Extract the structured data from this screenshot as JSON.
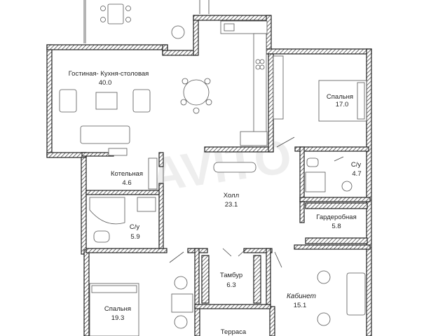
{
  "plan": {
    "watermark": "AVITO",
    "rooms": [
      {
        "id": "living-kitchen",
        "name": "Гостиная- Кухня-столовая",
        "area": "40.0"
      },
      {
        "id": "bedroom-1",
        "name": "Спальня",
        "area": "17.0"
      },
      {
        "id": "boiler",
        "name": "Котельная",
        "area": "4.6"
      },
      {
        "id": "bath-1",
        "name": "С/у",
        "area": "4.7"
      },
      {
        "id": "hall",
        "name": "Холл",
        "area": "23.1"
      },
      {
        "id": "wardrobe",
        "name": "Гардеробная",
        "area": "5.8"
      },
      {
        "id": "bath-2",
        "name": "С/у",
        "area": "5.9"
      },
      {
        "id": "vestibule",
        "name": "Тамбур",
        "area": "6.3"
      },
      {
        "id": "study",
        "name": "Кабинет",
        "area": "15.1"
      },
      {
        "id": "bedroom-2",
        "name": "Спальня",
        "area": "19.3"
      },
      {
        "id": "terrace",
        "name": "Терраса",
        "area": ""
      }
    ]
  }
}
